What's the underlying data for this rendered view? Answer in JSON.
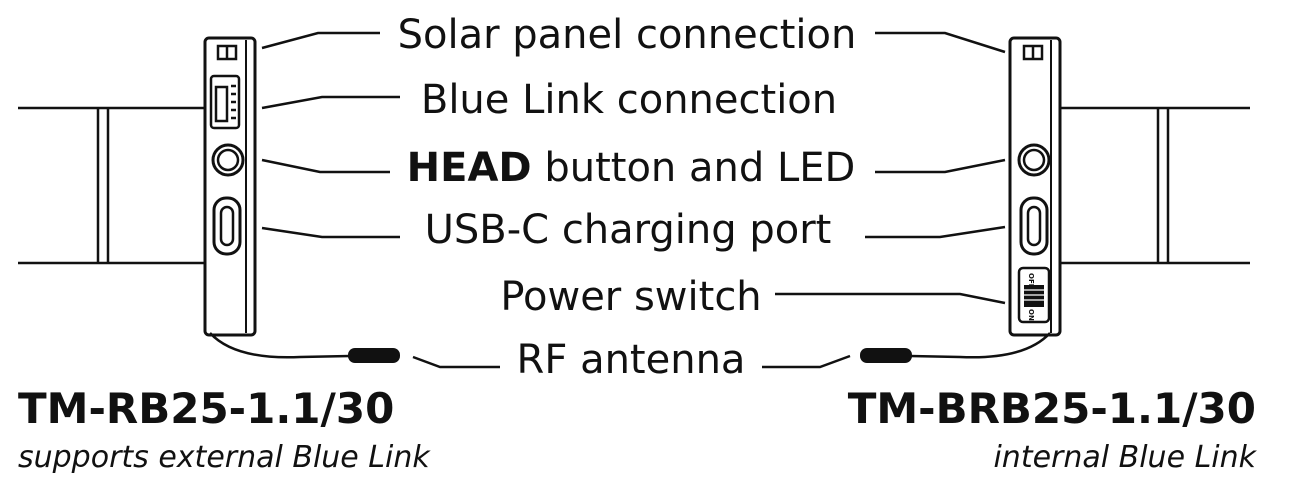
{
  "labels": {
    "solar": "Solar panel connection",
    "bluelink": "Blue Link connection",
    "head_bold": "HEAD",
    "head_rest": " button and LED",
    "usbc": "USB-C charging port",
    "power": "Power switch",
    "rf": "RF antenna"
  },
  "left_device": {
    "model": "TM-RB25-1.1/30",
    "description": "supports external Blue Link"
  },
  "right_device": {
    "model": "TM-BRB25-1.1/30",
    "description": "internal Blue Link",
    "switch_off": "OFF",
    "switch_on": "ON"
  }
}
